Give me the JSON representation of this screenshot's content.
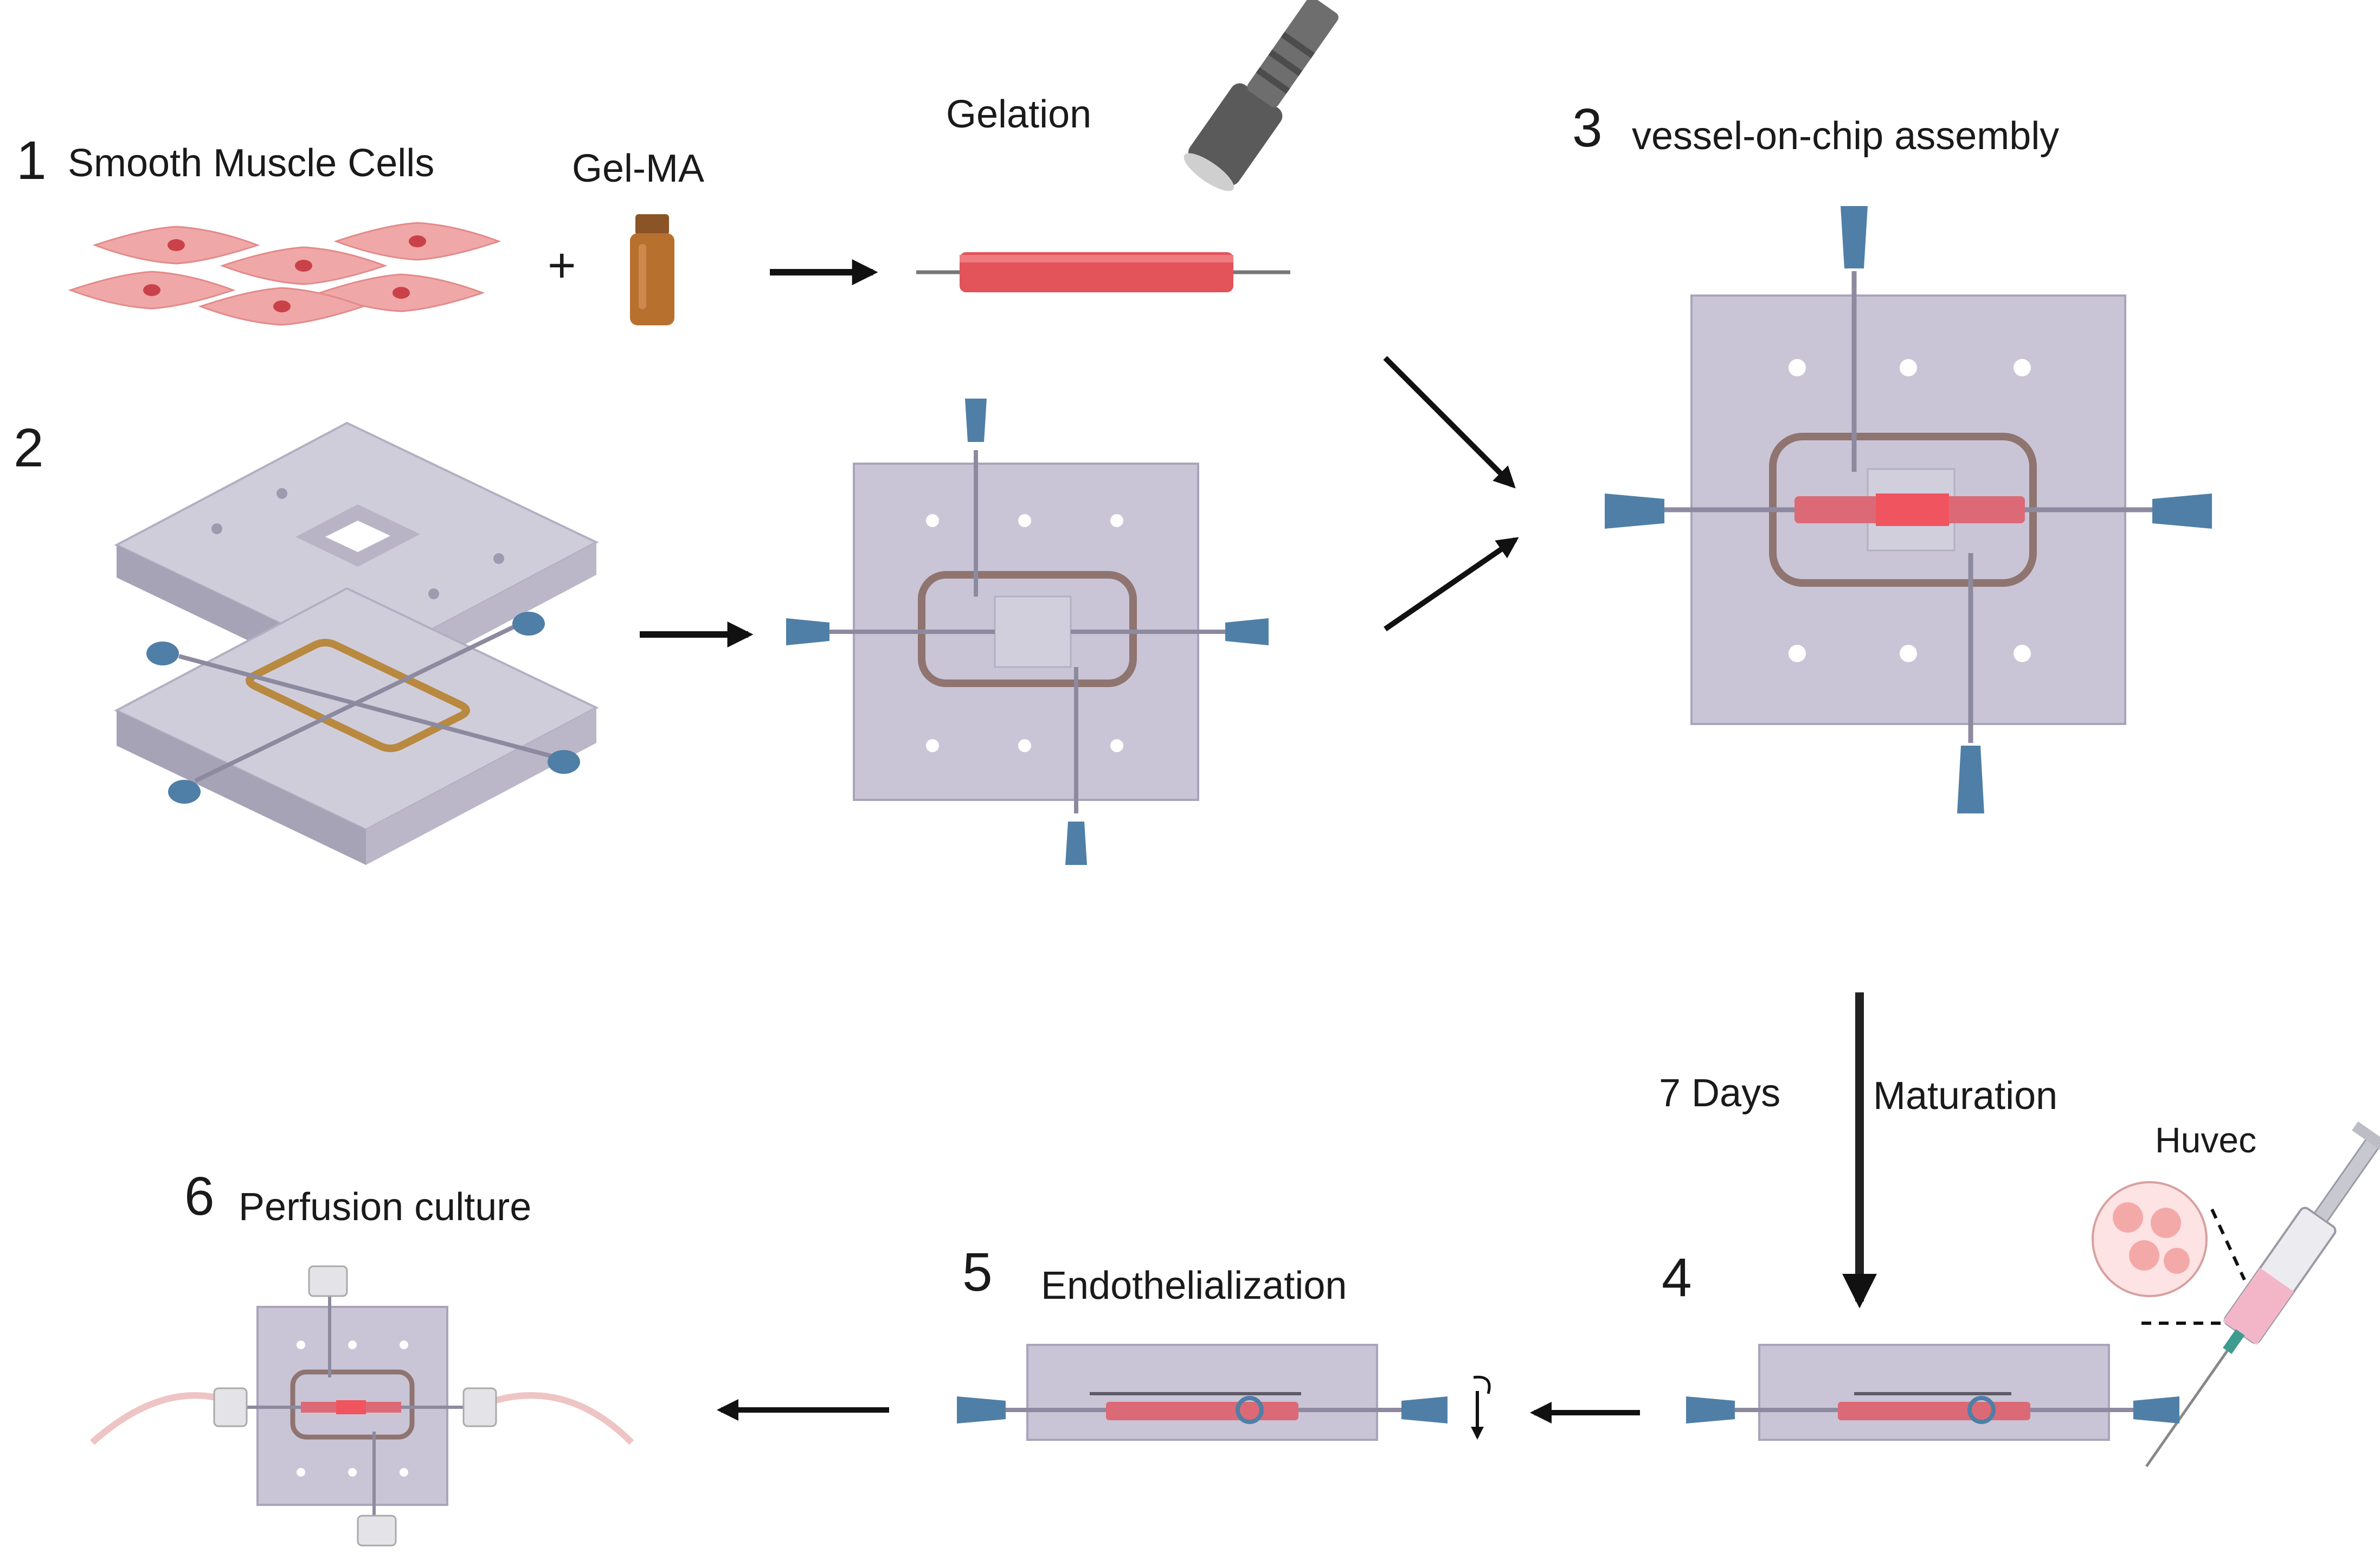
{
  "labels": {
    "step1_number": "1",
    "step1_title": "Smooth Muscle Cells",
    "plus_sign": "+",
    "gelma": "Gel-MA",
    "gelation": "Gelation",
    "step2_number": "2",
    "step3_number": "3",
    "step3_title": "vessel-on-chip assembly",
    "days": "7 Days",
    "maturation": "Maturation",
    "huvec": "Huvec",
    "step4_number": "4",
    "step5_number": "5",
    "step5_title": "Endothelialization",
    "step6_number": "6",
    "step6_title": "Perfusion culture"
  },
  "colors": {
    "chip_body": "#c9c5d6",
    "chip_edge": "#a9a4ba",
    "frame_ring": "#8f7470",
    "needle_blue": "#4f7fa6",
    "vessel_red": "#e2535a",
    "cell_pink": "#f0a7a7",
    "cell_nucleus": "#c9424a",
    "vial_brown": "#b8702f",
    "arrow": "#111111"
  },
  "icons": {
    "flashlight": "flashlight-icon",
    "vial": "gelma-vial-icon",
    "syringe": "syringe-icon",
    "cell_dish": "huvec-cell-icon",
    "rotate": "rotate-down-icon"
  }
}
